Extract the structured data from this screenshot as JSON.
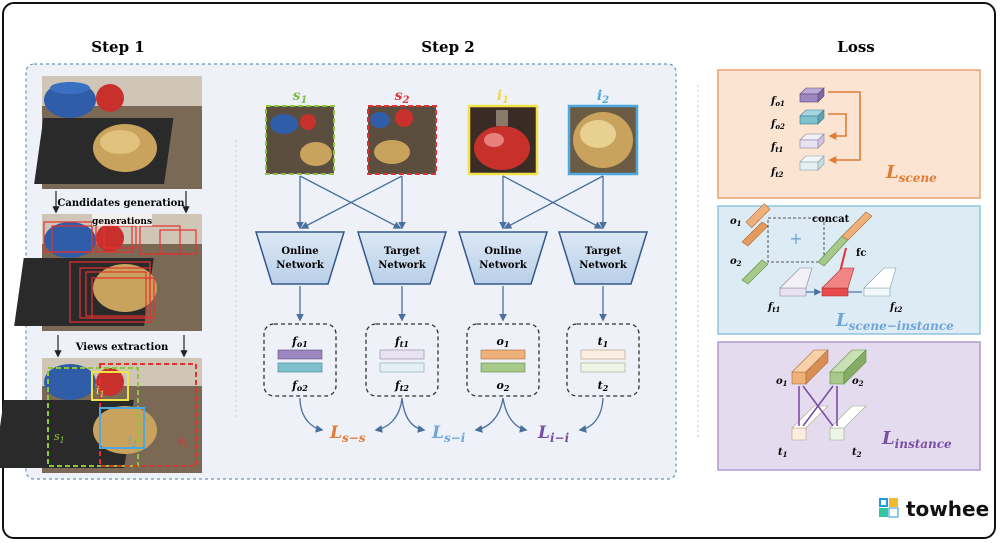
{
  "headings": {
    "step1": "Step 1",
    "step2": "Step 2",
    "loss": "Loss"
  },
  "step1": {
    "arrow_label_1": "Candidates generation",
    "arrow_label_1_overlap": "generations",
    "arrow_label_2": "Views extraction",
    "view_labels": [
      "s1",
      "s2",
      "i1",
      "i2"
    ]
  },
  "step2": {
    "views": [
      {
        "base": "s",
        "sub": "1",
        "color": "#7fbf3f"
      },
      {
        "base": "s",
        "sub": "2",
        "color": "#d93a3a"
      },
      {
        "base": "i",
        "sub": "1",
        "color": "#e8d84a"
      },
      {
        "base": "i",
        "sub": "2",
        "color": "#4fa8dc"
      }
    ],
    "networks": [
      {
        "line1": "Online",
        "line2": "Network"
      },
      {
        "line1": "Target",
        "line2": "Network"
      },
      {
        "line1": "Online",
        "line2": "Network"
      },
      {
        "line1": "Target",
        "line2": "Network"
      }
    ],
    "features": [
      {
        "top": "f",
        "top_sub": "o1",
        "bottom": "f",
        "bottom_sub": "o2"
      },
      {
        "top": "f",
        "top_sub": "t1",
        "bottom": "f",
        "bottom_sub": "t2"
      },
      {
        "top": "o",
        "top_sub": "1",
        "bottom": "o",
        "bottom_sub": "2"
      },
      {
        "top": "t",
        "top_sub": "1",
        "bottom": "t",
        "bottom_sub": "2"
      }
    ],
    "losses": [
      {
        "base": "L",
        "sub": "s−s",
        "color": "#e07b35"
      },
      {
        "base": "L",
        "sub": "s−i",
        "color": "#6fa6d8"
      },
      {
        "base": "L",
        "sub": "i−i",
        "color": "#7a4fa3"
      }
    ]
  },
  "loss_panel": {
    "scene": {
      "labels": [
        "fo1",
        "fo2",
        "ft1",
        "ft2"
      ],
      "label_base": "f",
      "label_subs": [
        "o1",
        "o2",
        "t1",
        "t2"
      ],
      "title_base": "L",
      "title_sub": "scene",
      "color": "#e07b35"
    },
    "scene_instance": {
      "o1": "o",
      "o1_sub": "1",
      "o2": "o",
      "o2_sub": "2",
      "concat": "concat",
      "fc": "fc",
      "ft1": "f",
      "ft1_sub": "t1",
      "ft2": "f",
      "ft2_sub": "t2",
      "title_base": "L",
      "title_sub": "scene−instance",
      "color": "#6fa6d8"
    },
    "instance": {
      "o1": "o",
      "o1_sub": "1",
      "o2": "o",
      "o2_sub": "2",
      "t1": "t",
      "t1_sub": "1",
      "t2": "t",
      "t2_sub": "2",
      "title_base": "L",
      "title_sub": "instance",
      "color": "#7a4fa3"
    }
  },
  "brand": {
    "name": "towhee"
  }
}
